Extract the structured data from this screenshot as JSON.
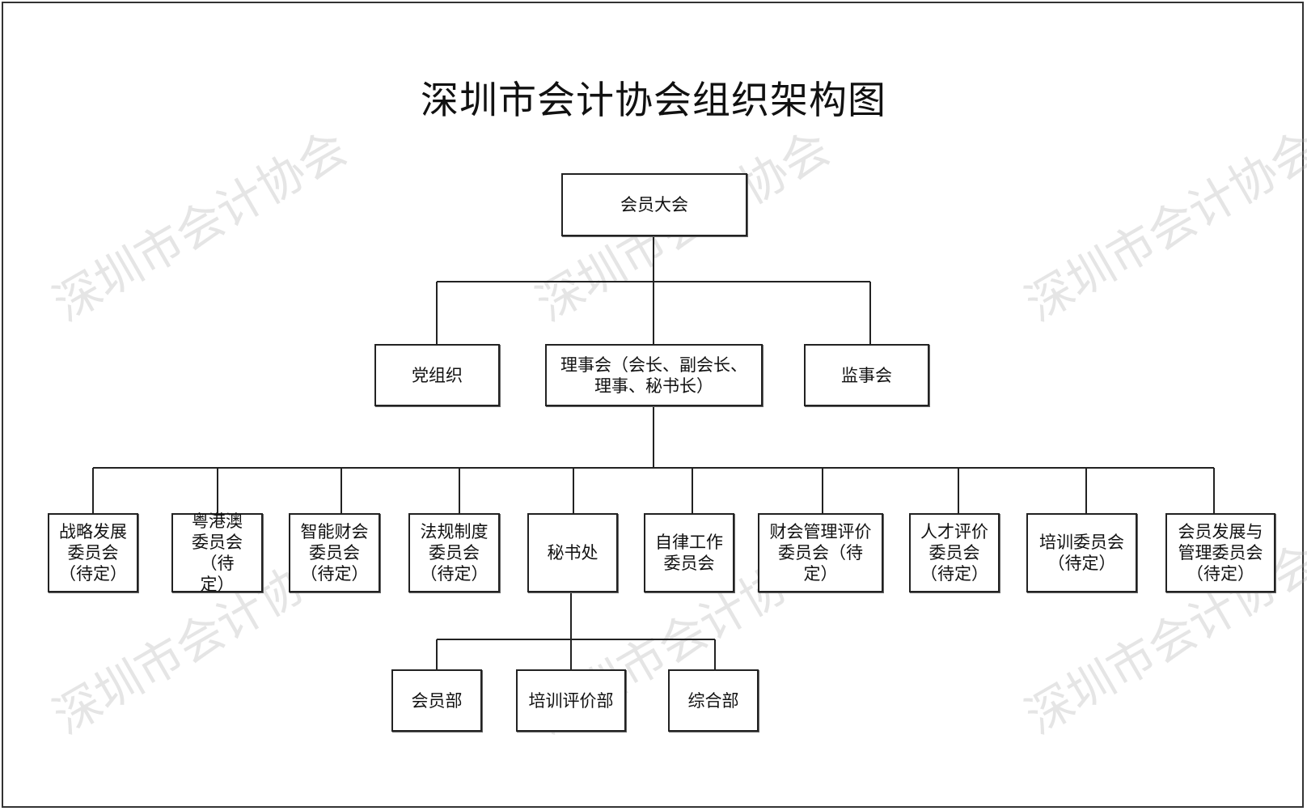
{
  "title": "深圳市会计协会组织架构图",
  "watermark": "深圳市会计协会",
  "nodes": {
    "assembly": "会员大会",
    "party": "党组织",
    "council": "理事会（会长、副会长、理事、秘书长）",
    "supervisors": "监事会",
    "strategy": "战略发展委员会（待定）",
    "gba": "粤港澳委员会（待定）",
    "smart_finance": "智能财会委员会（待定）",
    "regulation": "法规制度委员会（待定）",
    "secretariat": "秘书处",
    "self_discipline": "自律工作委员会",
    "management_eval": "财会管理评价委员会（待定）",
    "talent_eval": "人才评价委员会（待定）",
    "training_committee": "培训委员会（待定）",
    "member_development": "会员发展与管理委员会（待定）",
    "member_dept": "会员部",
    "training_dept": "培训评价部",
    "general_dept": "综合部"
  }
}
